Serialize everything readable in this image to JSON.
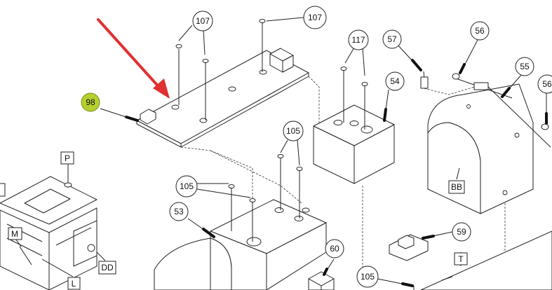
{
  "diagram": {
    "title": "Exploded parts diagram",
    "callouts": {
      "c107a": "107",
      "c107b": "107",
      "c117": "117",
      "c57": "57",
      "c56a": "56",
      "c55": "55",
      "c56b": "56",
      "c54": "54",
      "c98": "98",
      "c105a": "105",
      "c105b": "105",
      "c53": "53",
      "c59": "59",
      "c60": "60",
      "c105c": "105"
    },
    "boxes": {
      "bP": "P",
      "bM": "M",
      "bL": "L",
      "bDD": "DD",
      "bBB": "BB",
      "bT": "T"
    },
    "highlight_color": "#b5cf2e",
    "arrow_color": "#e03030"
  }
}
